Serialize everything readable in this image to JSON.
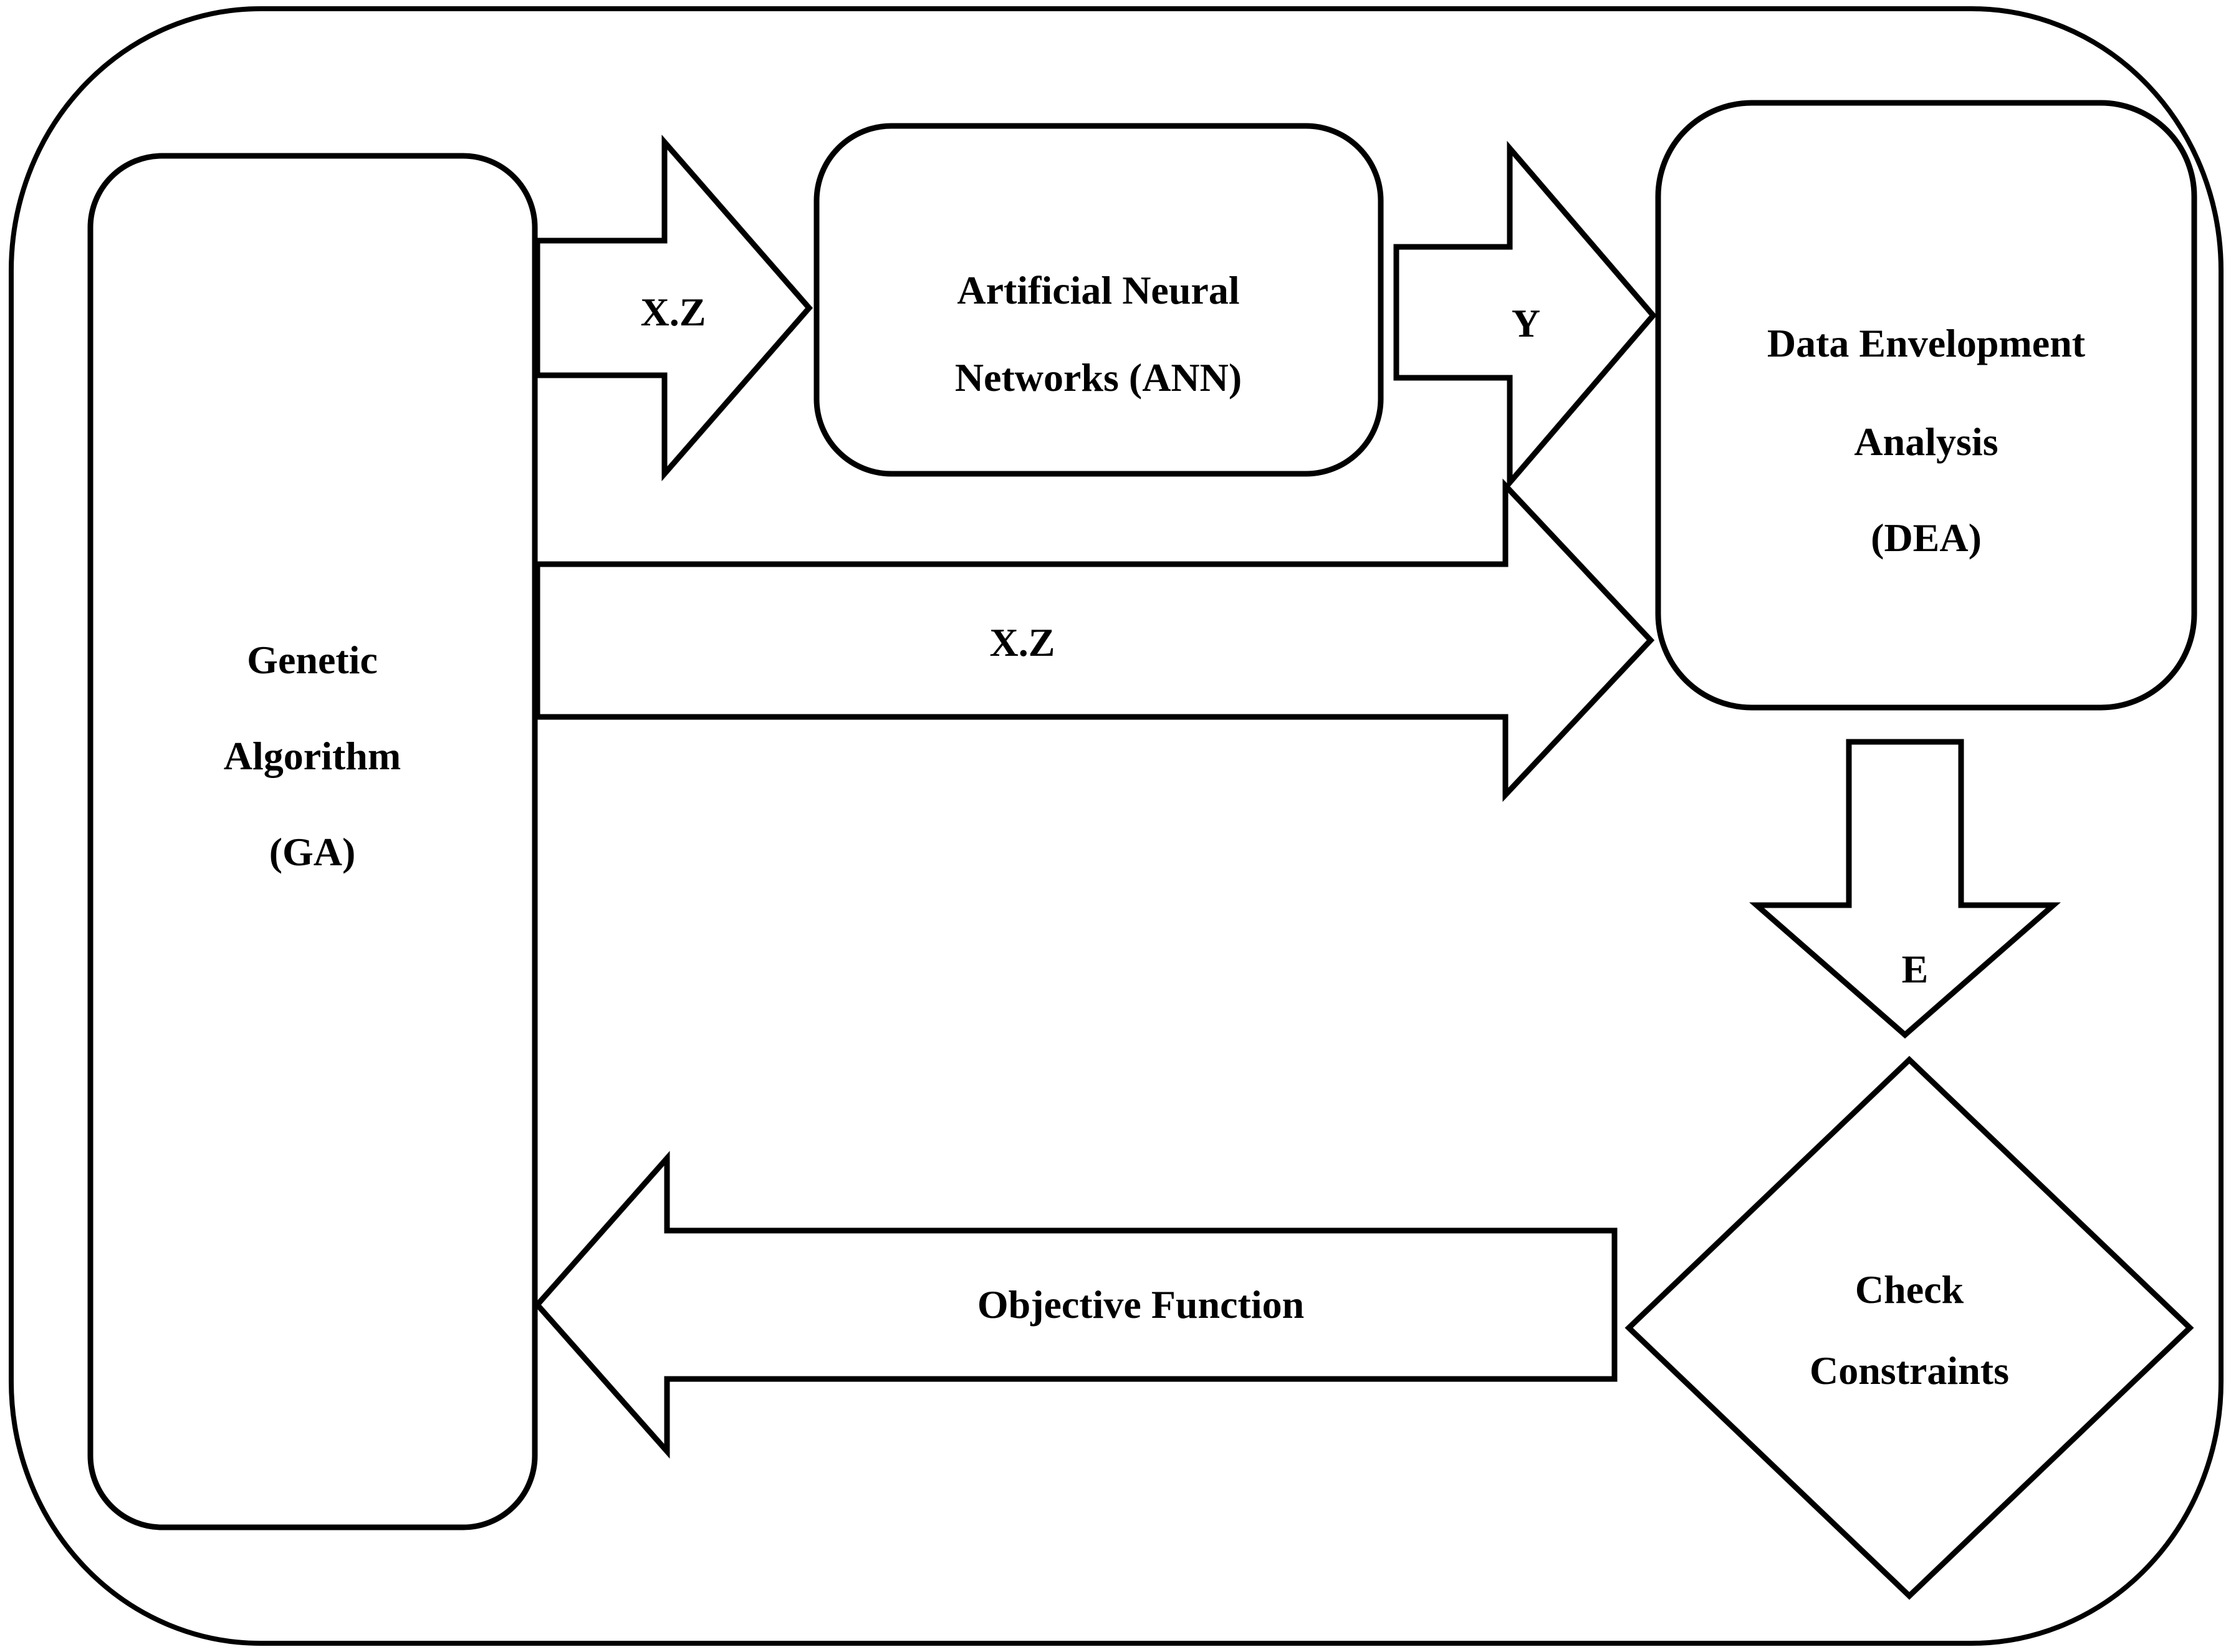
{
  "diagram": {
    "type": "flowchart",
    "background_color": "#ffffff",
    "stroke_color": "#000000",
    "nodes": {
      "ga": {
        "name": "Genetic Algorithm",
        "line1": "Genetic",
        "line2": "Algorithm",
        "line3": "(GA)",
        "shape": "rounded-rectangle"
      },
      "ann": {
        "name": "Artificial Neural Networks",
        "line1": "Artificial Neural",
        "line2": "Networks (ANN)",
        "shape": "rounded-rectangle"
      },
      "dea": {
        "name": "Data Envelopment Analysis",
        "line1": "Data Envelopment",
        "line2": "Analysis",
        "line3": "(DEA)",
        "shape": "rounded-rectangle"
      },
      "check": {
        "name": "Check Constraints",
        "line1": "Check",
        "line2": "Constraints",
        "shape": "diamond"
      }
    },
    "arrows": {
      "ga_to_ann": {
        "label": "X.Z",
        "from": "ga",
        "to": "ann",
        "direction": "right"
      },
      "ann_to_dea": {
        "label": "Y",
        "from": "ann",
        "to": "dea",
        "direction": "right"
      },
      "ga_to_dea": {
        "label": "X.Z",
        "from": "ga",
        "to": "dea",
        "direction": "right"
      },
      "dea_to_check": {
        "label": "E",
        "from": "dea",
        "to": "check",
        "direction": "down"
      },
      "check_to_ga": {
        "label": "Objective Function",
        "from": "check",
        "to": "ga",
        "direction": "left"
      }
    }
  }
}
